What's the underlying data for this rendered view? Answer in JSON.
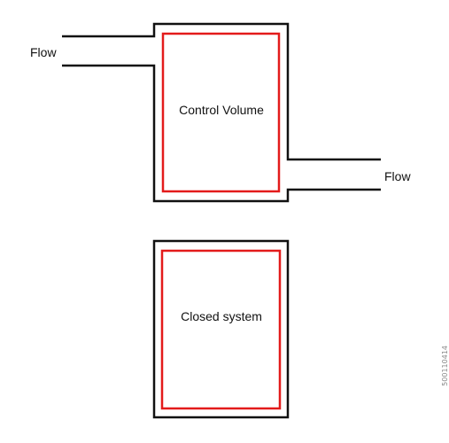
{
  "labels": {
    "flow_in": "Flow",
    "flow_out": "Flow",
    "control_volume": "Control Volume",
    "closed_system": "Closed system"
  },
  "watermark_id": "500110414",
  "colors": {
    "outline": "#111111",
    "boundary": "#e31b1b",
    "background": "#ffffff"
  }
}
